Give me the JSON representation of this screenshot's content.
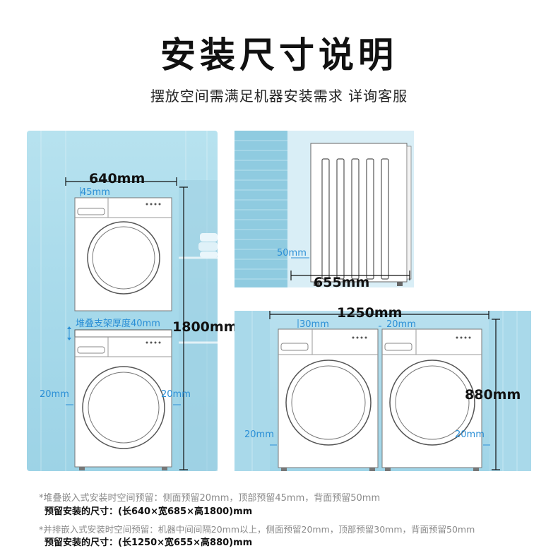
{
  "header": {
    "title": "安装尺寸说明",
    "subtitle": "摆放空间需满足机器安装需求 详询客服"
  },
  "stacked": {
    "width": "640mm",
    "top_gap": "45mm",
    "height": "1800mm",
    "shelf_label": "堆叠支架厚度40mm",
    "side_left": "20mm",
    "side_right": "20mm"
  },
  "side_view": {
    "depth": "655mm",
    "back_gap": "50mm"
  },
  "side_by_side": {
    "width": "1250mm",
    "top_gap_left": "30mm",
    "middle_gap": "20mm",
    "height": "880mm",
    "side_left": "20mm",
    "side_right": "20mm"
  },
  "notes": {
    "stack_rule": "*堆叠嵌入式安装时空间预留：侧面预留20mm，顶部预留45mm，背面预留50mm",
    "stack_size": "预留安装的尺寸：(长640×宽685×高1800)mm",
    "side_rule": "*并排嵌入式安装时空间预留：机器中间间隔20mm以上，侧面预留20mm，顶部预留30mm，背面预留50mm",
    "side_size": "预留安装的尺寸：(长1250×宽655×高880)mm"
  },
  "colors": {
    "panel_blue": "#a6d9ea",
    "dimension_blue": "#2b8fd6",
    "text_dark": "#111111"
  }
}
